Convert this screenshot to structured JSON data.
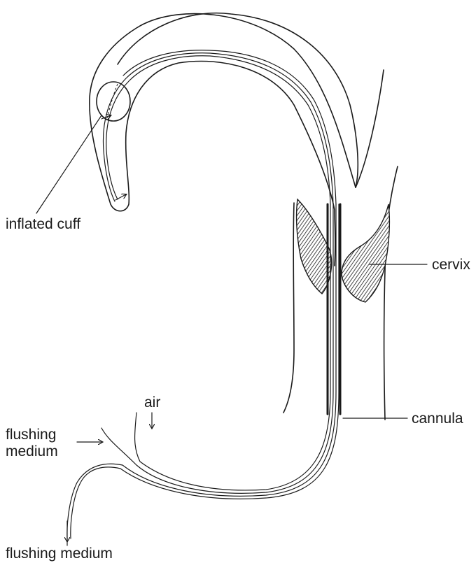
{
  "labels": {
    "inflated_cuff": "inflated cuff",
    "cervix": "cervix",
    "cannula": "cannula",
    "air": "air",
    "flushing_medium_in_line1": "flushing",
    "flushing_medium_in_line2": "medium",
    "flushing_medium_out": "flushing medium"
  }
}
